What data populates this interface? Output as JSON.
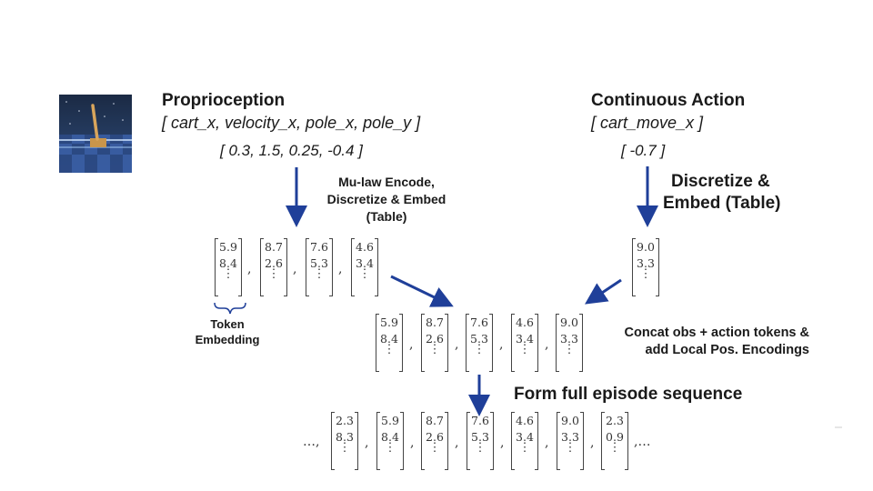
{
  "proprio": {
    "title": "Proprioception",
    "fields": "[ cart_x, velocity_x, pole_x, pole_y ]",
    "values": "[ 0.3, 1.5, 0.25, -0.4 ]"
  },
  "action": {
    "title": "Continuous Action",
    "fields": "[ cart_move_x ]",
    "values": "[ -0.7 ]"
  },
  "steps": {
    "mulaw": [
      "Mu-law Encode,",
      "Discretize & Embed",
      "(Table)"
    ],
    "discretize": [
      "Discretize &",
      "Embed (Table)"
    ],
    "token_embedding": [
      "Token",
      "Embedding"
    ],
    "concat": [
      "Concat obs + action tokens &",
      "add Local Pos. Encodings"
    ],
    "form": "Form full episode sequence"
  },
  "symbols": {
    "vdots": "⋮",
    "comma": ",",
    "ellipsis_left": "…,",
    "ellipsis_right": ",…"
  },
  "obs_tokens": [
    {
      "a": "5.9",
      "b": "8.4"
    },
    {
      "a": "8.7",
      "b": "2.6"
    },
    {
      "a": "7.6",
      "b": "5.3"
    },
    {
      "a": "4.6",
      "b": "3.4"
    }
  ],
  "action_token": {
    "a": "9.0",
    "b": "3.3"
  },
  "concat_tokens": [
    {
      "a": "5.9",
      "b": "8.4"
    },
    {
      "a": "8.7",
      "b": "2.6"
    },
    {
      "a": "7.6",
      "b": "5.3"
    },
    {
      "a": "4.6",
      "b": "3.4"
    },
    {
      "a": "9.0",
      "b": "3.3"
    }
  ],
  "sequence_tokens": [
    {
      "a": "2.3",
      "b": "8.3"
    },
    {
      "a": "5.9",
      "b": "8.4"
    },
    {
      "a": "8.7",
      "b": "2.6"
    },
    {
      "a": "7.6",
      "b": "5.3"
    },
    {
      "a": "4.6",
      "b": "3.4"
    },
    {
      "a": "9.0",
      "b": "3.3"
    },
    {
      "a": "2.3",
      "b": "0.9"
    }
  ],
  "colors": {
    "arrow": "#1f3f99",
    "text": "#1a1a1a"
  }
}
